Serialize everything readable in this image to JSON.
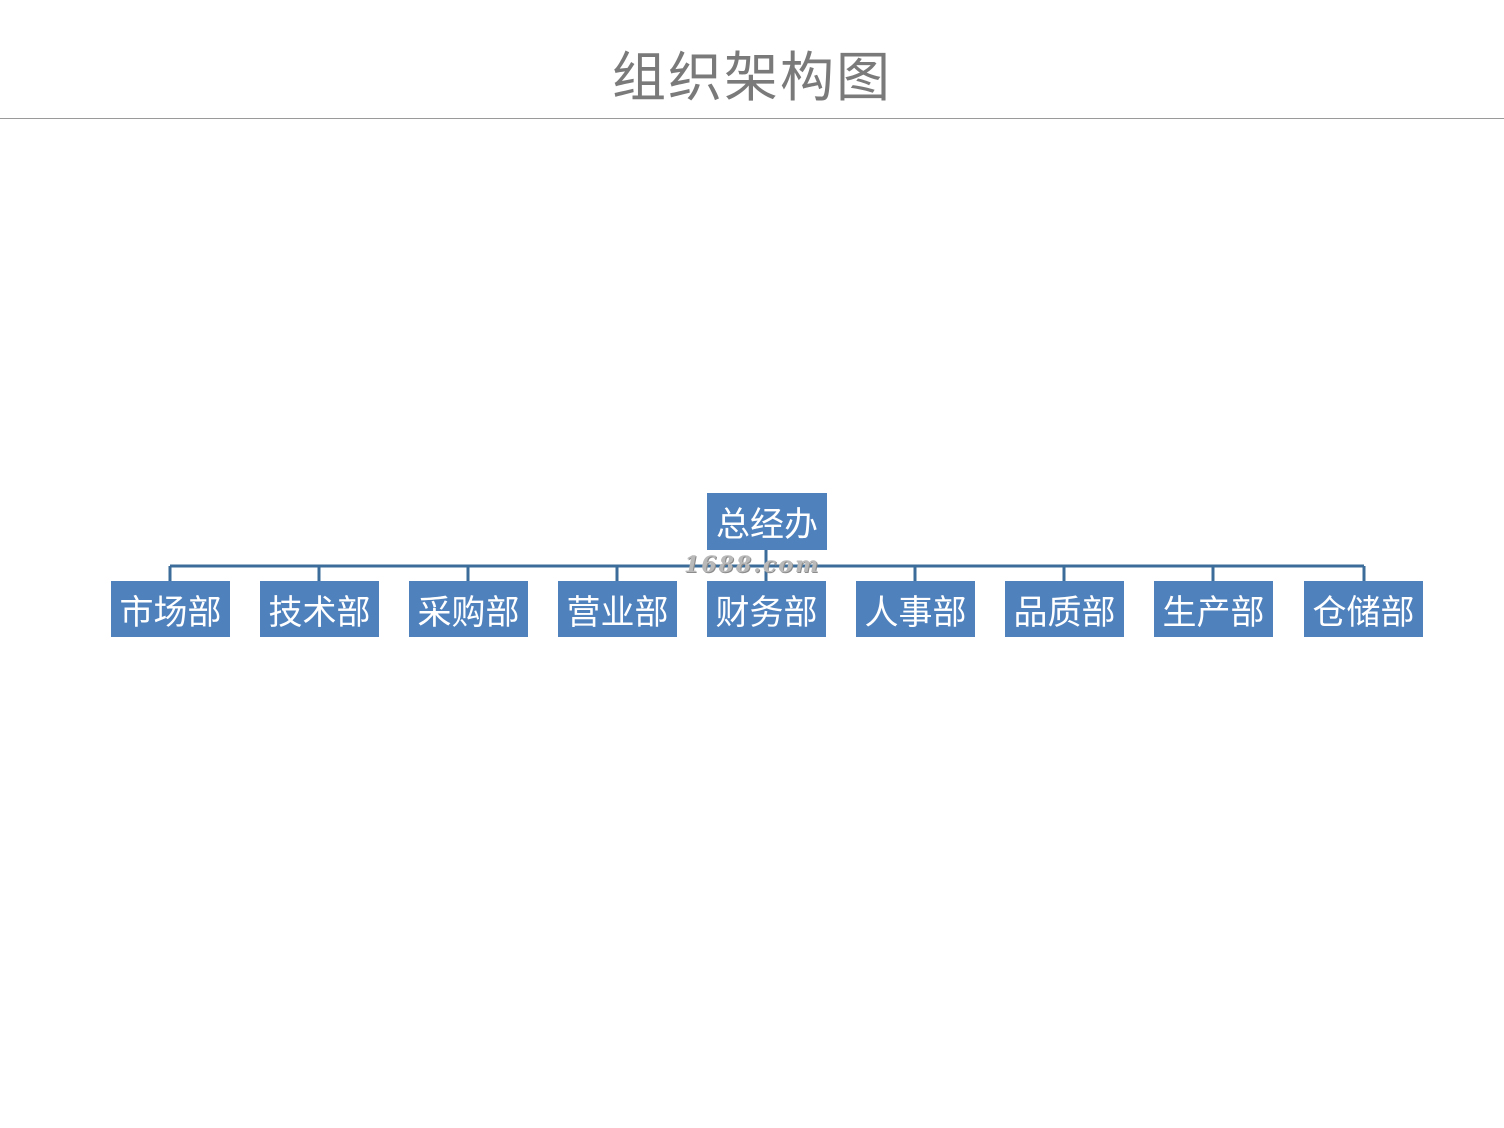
{
  "title": "组织架构图",
  "colors": {
    "node_fill": "#4f81bd",
    "connector": "#3c6c99",
    "title_text": "#7a7a7a"
  },
  "root": {
    "label": "总经办"
  },
  "departments": [
    {
      "label": "市场部"
    },
    {
      "label": "技术部"
    },
    {
      "label": "采购部"
    },
    {
      "label": "营业部"
    },
    {
      "label": "财务部"
    },
    {
      "label": "人事部"
    },
    {
      "label": "品质部"
    },
    {
      "label": "生产部"
    },
    {
      "label": "仓储部"
    }
  ],
  "watermark": "1688.com"
}
